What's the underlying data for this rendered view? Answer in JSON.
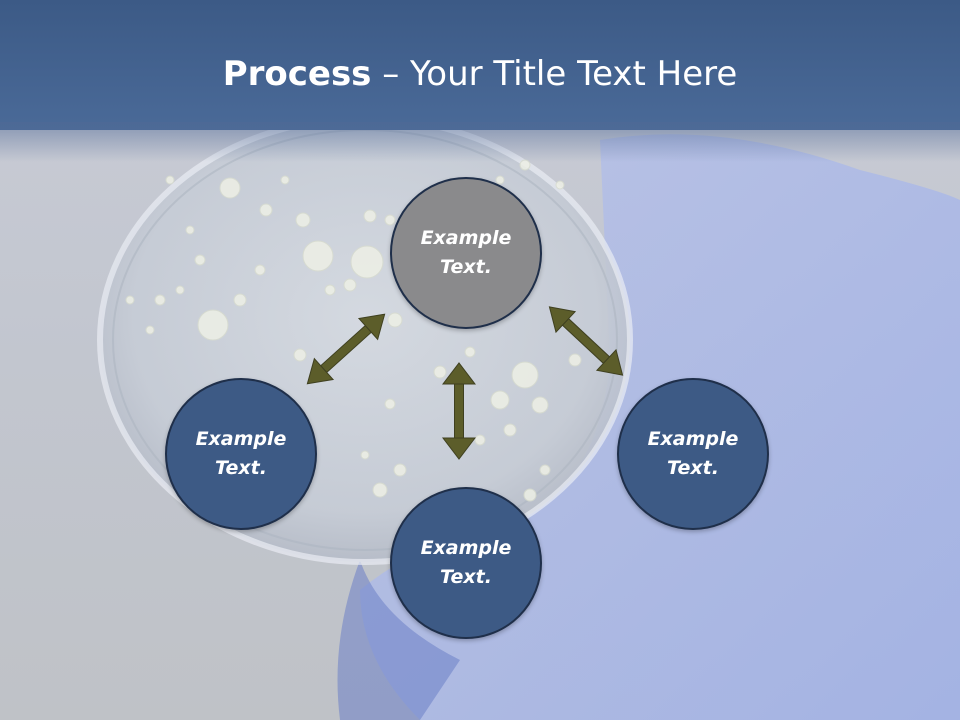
{
  "title": {
    "bold": "Process",
    "rest": " – Your Title Text Here"
  },
  "nodes": {
    "top": {
      "line1": "Example",
      "line2": "Text."
    },
    "left": {
      "line1": "Example",
      "line2": "Text."
    },
    "right": {
      "line1": "Example",
      "line2": "Text."
    },
    "bottom": {
      "line1": "Example",
      "line2": "Text."
    }
  },
  "colors": {
    "header": "#3c5a86",
    "node_fill": "#3d5a85",
    "node_center_fill": "#8a8a8c",
    "arrow": "#5c5d2a",
    "title_text": "#ffffff"
  },
  "background_image": "petri-dish-in-gloved-hand"
}
